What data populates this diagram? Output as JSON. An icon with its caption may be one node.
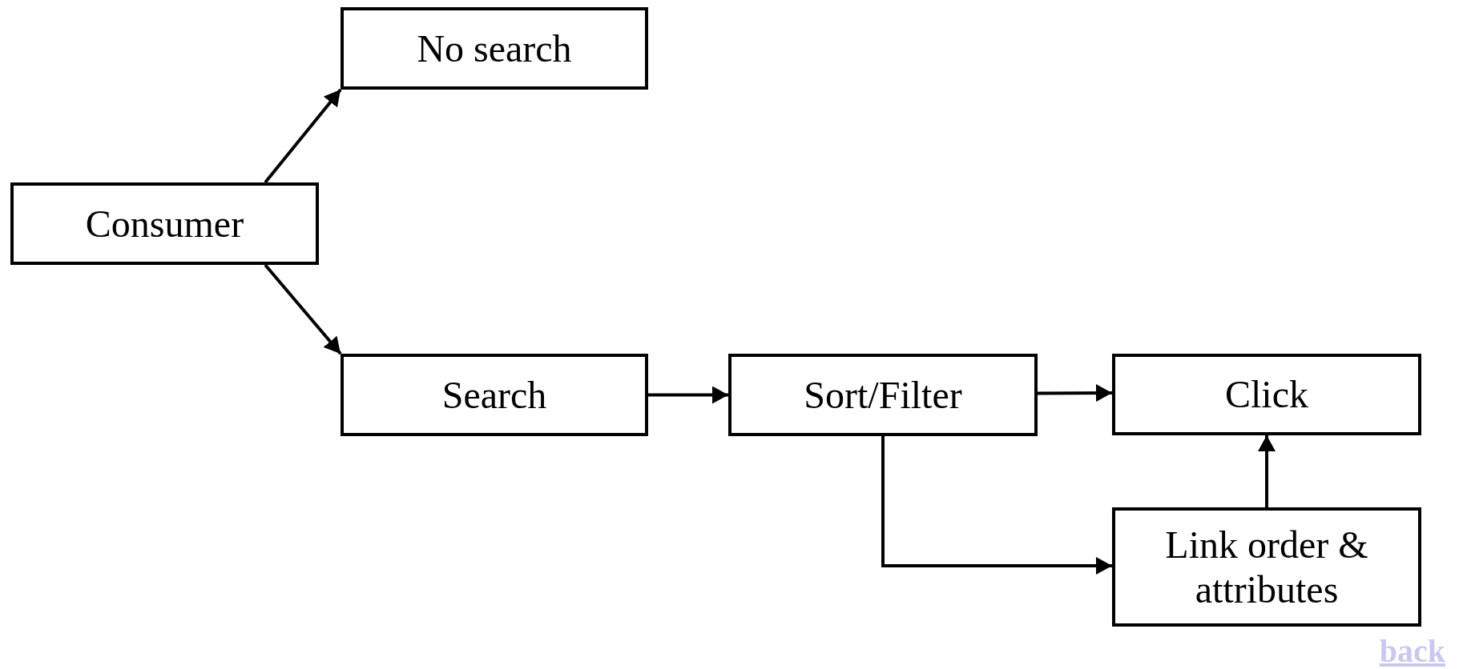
{
  "diagram": {
    "nodes": [
      {
        "text": [
          "No search"
        ]
      },
      {
        "text": [
          "Consumer"
        ]
      },
      {
        "text": [
          "Search"
        ]
      },
      {
        "text": [
          "Sort/Filter"
        ]
      },
      {
        "text": [
          "Click"
        ]
      },
      {
        "text": [
          "Link order & attributes"
        ]
      }
    ],
    "edges": [
      {
        "from": 1,
        "to": 0,
        "arrow": "to"
      },
      {
        "from": 1,
        "to": 2,
        "arrow": "to"
      },
      {
        "from": 2,
        "to": 3,
        "arrow": "to"
      },
      {
        "from": 3,
        "to": 4,
        "arrow": "to"
      },
      {
        "from": 3,
        "to": 5,
        "arrow": "to"
      },
      {
        "from": 5,
        "to": 4,
        "arrow": "to"
      }
    ],
    "labels": [
      "back"
    ]
  }
}
